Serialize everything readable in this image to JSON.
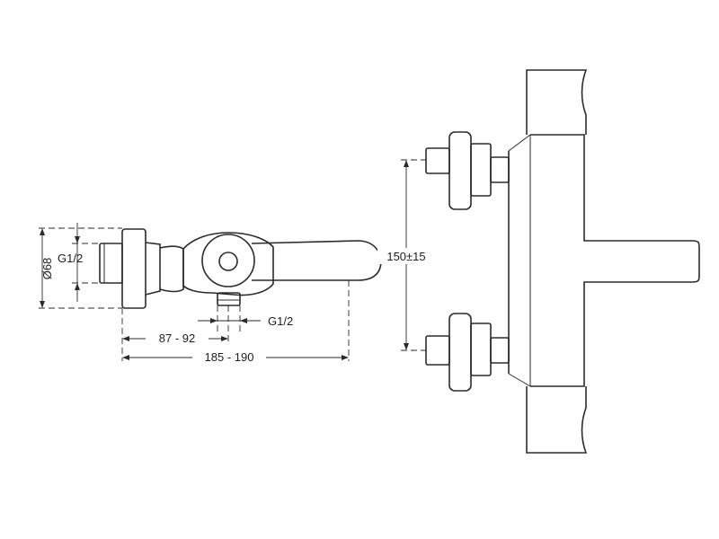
{
  "labels": {
    "diameter": "Ø68",
    "thread_side": "G1/2",
    "thread_bottom": "G1/2",
    "depth_range": "87 - 92",
    "length_range": "185 - 190",
    "center_distance": "150±15"
  }
}
